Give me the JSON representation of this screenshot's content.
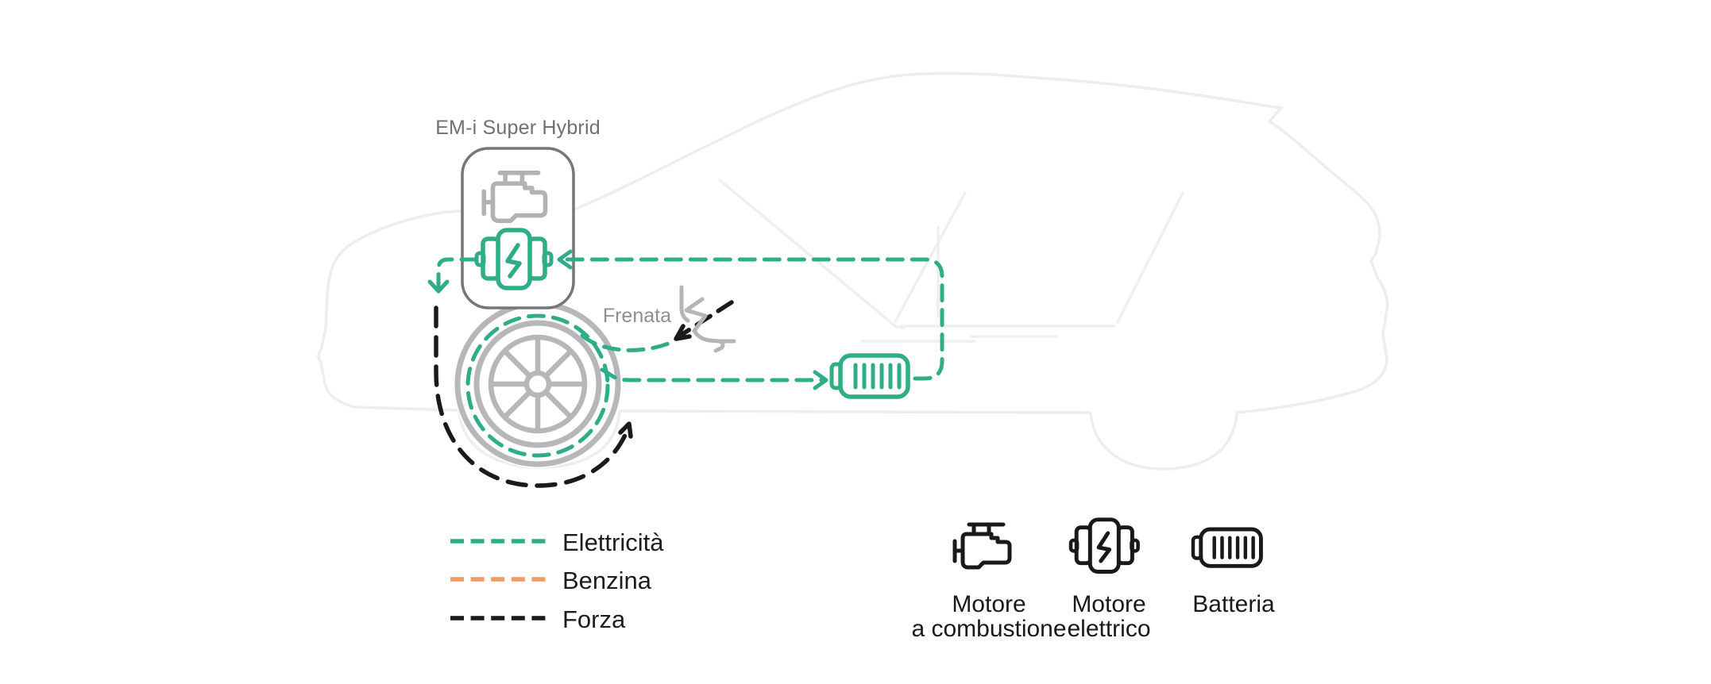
{
  "diagram": {
    "title": "EM-i Super Hybrid",
    "braking_label": "Frenata",
    "legend": {
      "items": [
        {
          "key": "electricity",
          "label": "Elettricità",
          "color": "#2FAD86"
        },
        {
          "key": "petrol",
          "label": "Benzina",
          "color": "#F19A61"
        },
        {
          "key": "force",
          "label": "Forza",
          "color": "#1A1A1C"
        }
      ]
    },
    "components": [
      {
        "icon": "combustion-engine-icon",
        "label": [
          "Motore",
          "a combustione"
        ]
      },
      {
        "icon": "electric-motor-icon",
        "label": [
          "Motore",
          "elettrico"
        ]
      },
      {
        "icon": "battery-icon",
        "label": [
          "Batteria"
        ]
      }
    ],
    "colors": {
      "electricity_green": "#2FAD86",
      "petrol_orange": "#F19A61",
      "force_black": "#1A1A1C",
      "component_gray": "#B5B5B8",
      "outline_gray": "#76767A",
      "car_silhouette": "#EDEDEE",
      "background": "#FFFFFF"
    }
  }
}
